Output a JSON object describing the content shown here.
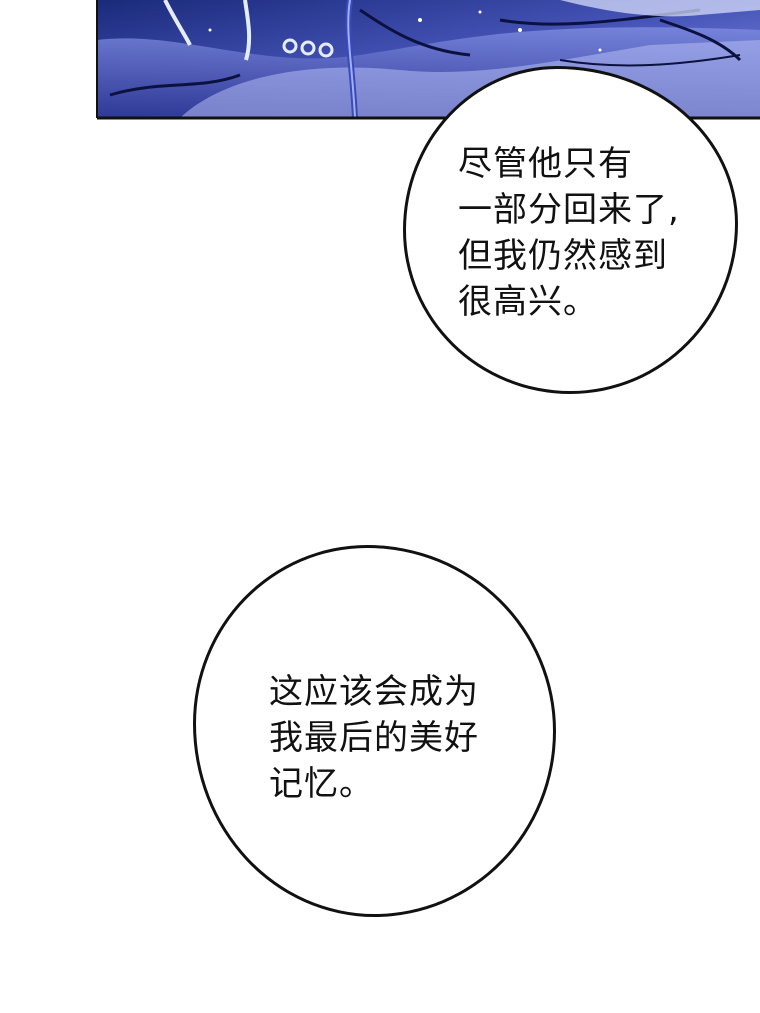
{
  "bubble_1": {
    "lines": [
      "尽管他只有",
      "一部分回来了,",
      "但我仍然感到",
      "很高兴。"
    ]
  },
  "bubble_2": {
    "lines": [
      "这应该会成为",
      "我最后的美好",
      "记忆。"
    ]
  },
  "colors": {
    "ink": "#111111",
    "art_dark": "#101840",
    "art_mid": "#5a68c8",
    "art_light": "#c8d2ff"
  }
}
